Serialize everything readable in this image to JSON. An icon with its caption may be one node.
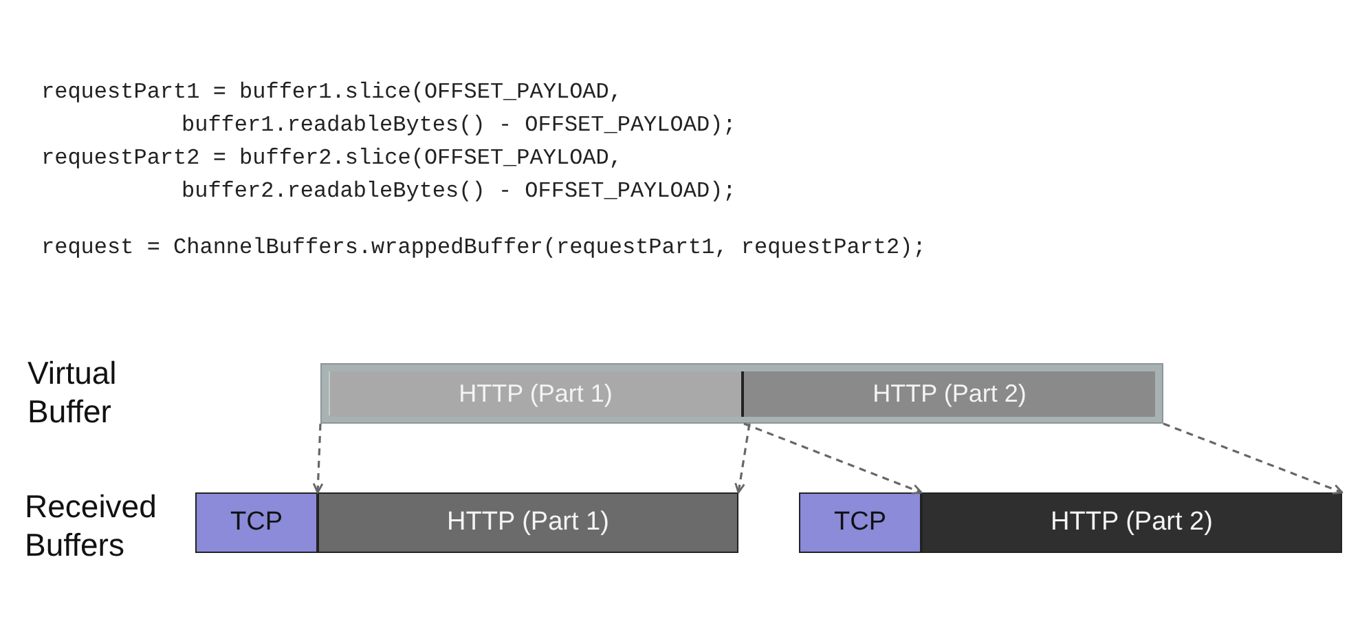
{
  "diagram": {
    "nodes": [
      {
        "text": [
          "HTTP (Part 1)"
        ]
      },
      {
        "text": [
          "HTTP (Part 2)"
        ]
      },
      {
        "text": [
          "TCP"
        ]
      },
      {
        "text": [
          "HTTP (Part 1)"
        ]
      },
      {
        "text": [
          "TCP"
        ]
      },
      {
        "text": [
          "HTTP (Part 2)"
        ]
      }
    ],
    "edges": [
      {
        "from": 0,
        "to": 3,
        "arrow": "to",
        "style": "dashed"
      },
      {
        "from": 0,
        "to": 3,
        "arrow": "to",
        "style": "dashed"
      },
      {
        "from": 1,
        "to": 5,
        "arrow": "to",
        "style": "dashed"
      },
      {
        "from": 1,
        "to": 5,
        "arrow": "to",
        "style": "dashed"
      }
    ],
    "labels": [
      "requestPart1 = buffer1.slice(OFFSET_PAYLOAD,",
      "buffer1.readableBytes() - OFFSET_PAYLOAD);",
      "requestPart2 = buffer2.slice(OFFSET_PAYLOAD,",
      "buffer2.readableBytes() - OFFSET_PAYLOAD);",
      "request = ChannelBuffers.wrappedBuffer(requestPart1, requestPart2);",
      "Virtual Buffer",
      "Received Buffers"
    ]
  }
}
